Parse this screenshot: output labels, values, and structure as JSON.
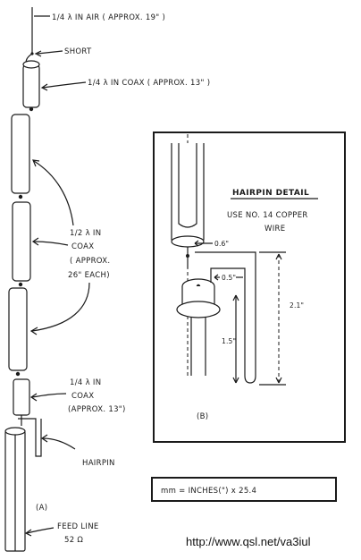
{
  "labels": {
    "quarter_air": "1/4 λ IN AIR ( APPROX. 19\" )",
    "short": "SHORT",
    "quarter_coax_top": "1/4 λ IN COAX ( APPROX. 13\" )",
    "half_coax_1": "1/2 λ IN",
    "half_coax_2": "COAX",
    "half_coax_3": "( APPROX.",
    "half_coax_4": "26\" EACH)",
    "quarter_coax_bot_1": "1/4 λ IN",
    "quarter_coax_bot_2": "COAX",
    "quarter_coax_bot_3": "(APPROX. 13\")",
    "hairpin": "HAIRPIN",
    "part_a": "(A)",
    "feed_line_1": "FEED LINE",
    "feed_line_2": "52 Ω",
    "hairpin_detail": "HAIRPIN DETAIL",
    "use_wire_1": "USE NO. 14 COPPER",
    "use_wire_2": "WIRE",
    "dim_top": "0.6\"",
    "dim_mid": "0.5\"",
    "dim_long": "2.1\"",
    "dim_short": "1.5\"",
    "part_b": "(B)",
    "conversion": "mm = INCHES(\") x 25.4",
    "url": "http://www.qsl.net/va3iul"
  }
}
